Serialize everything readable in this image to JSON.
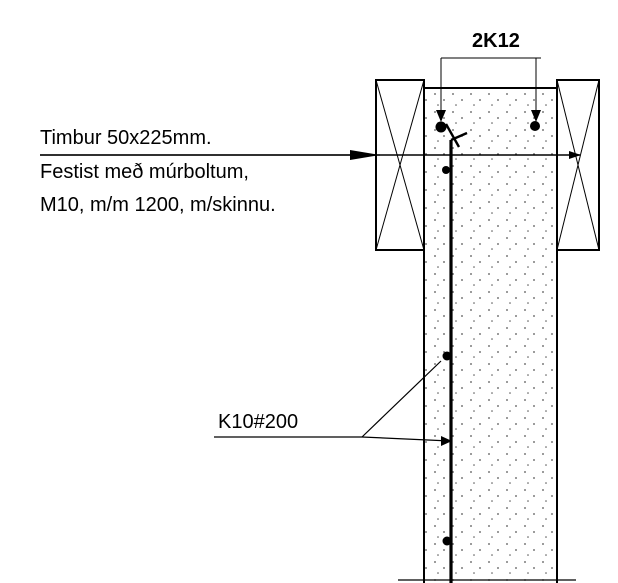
{
  "labels": {
    "timber_line1": "Timbur 50x225mm.",
    "timber_line2": "Festist með múrboltum,",
    "timber_line3": "M10, m/m 1200, m/skinnu.",
    "rebar_top": "2K12",
    "stirrups": "K10#200"
  },
  "colors": {
    "ink": "#000000",
    "background": "#ffffff",
    "hatch_dot": "#555555"
  }
}
